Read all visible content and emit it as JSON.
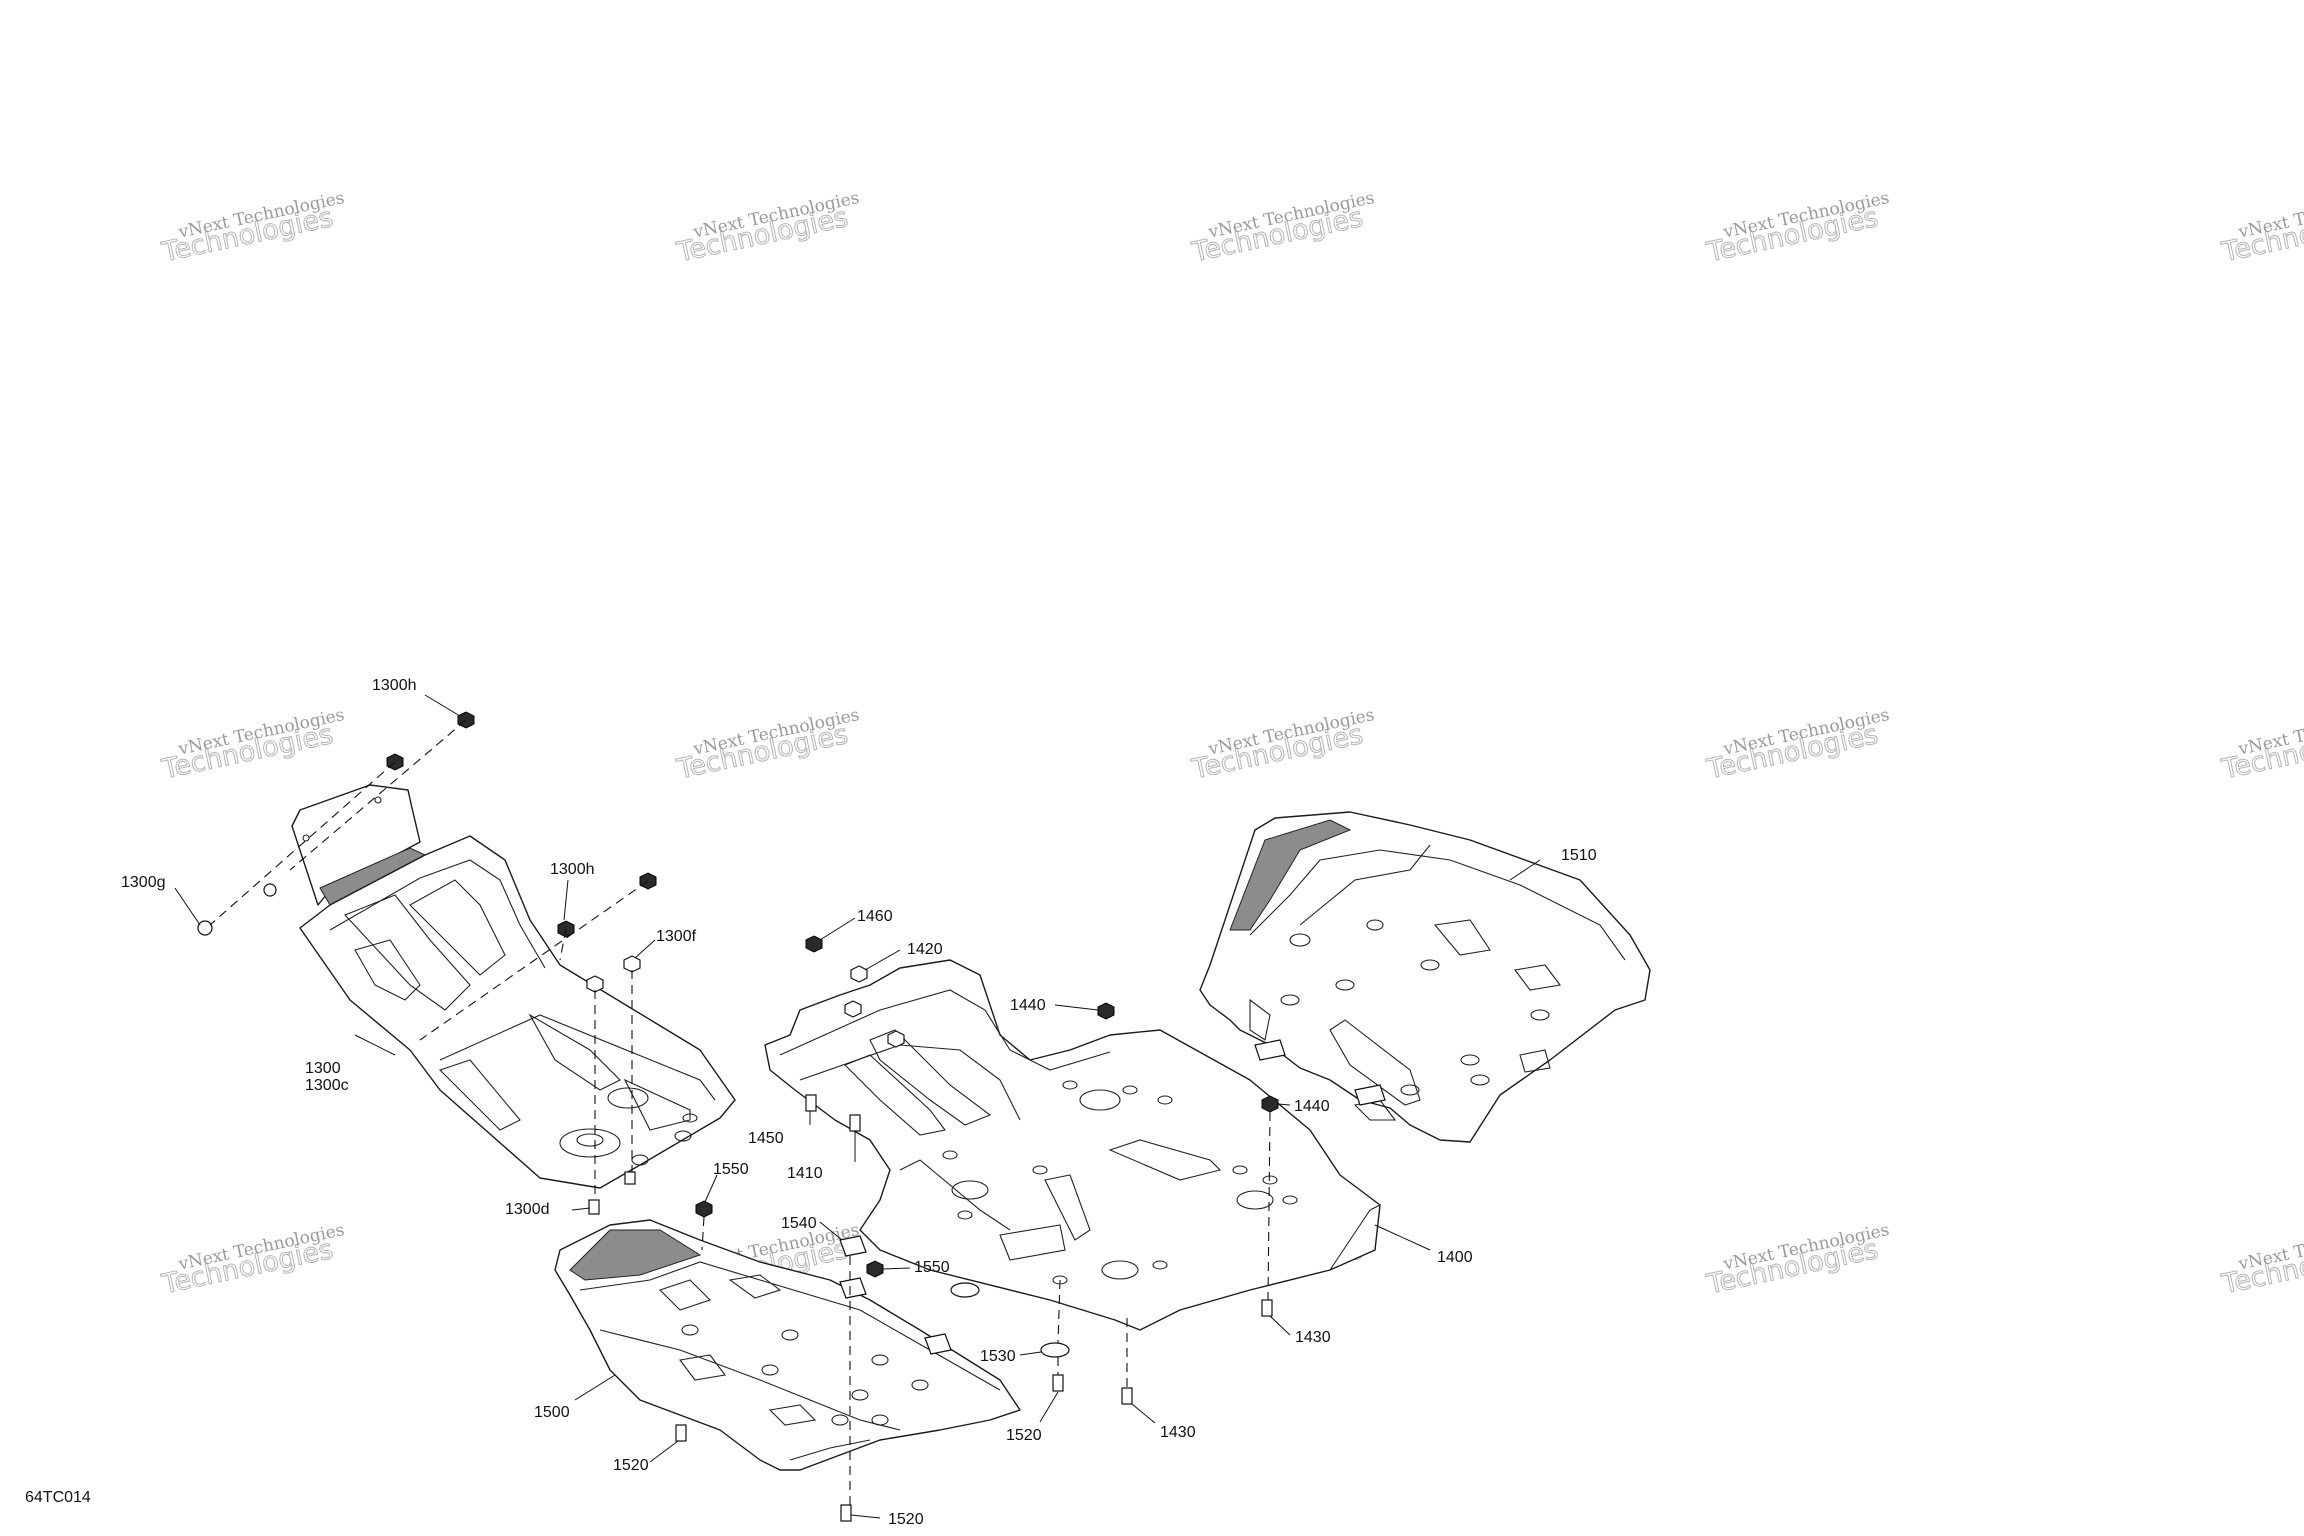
{
  "watermark": {
    "line1": "vNext Technologies",
    "line2": "Technologies"
  },
  "diagram_code": "64TC014",
  "callouts": [
    {
      "id": "c-1300h-top",
      "text": "1300h"
    },
    {
      "id": "c-1300g",
      "text": "1300g"
    },
    {
      "id": "c-1300h-mid",
      "text": "1300h"
    },
    {
      "id": "c-1300f",
      "text": "1300f"
    },
    {
      "id": "c-1300",
      "text": "1300"
    },
    {
      "id": "c-1300c",
      "text": "1300c"
    },
    {
      "id": "c-1300d",
      "text": "1300d"
    },
    {
      "id": "c-1460",
      "text": "1460"
    },
    {
      "id": "c-1420",
      "text": "1420"
    },
    {
      "id": "c-1440-top",
      "text": "1440"
    },
    {
      "id": "c-1440-right",
      "text": "1440"
    },
    {
      "id": "c-1450",
      "text": "1450"
    },
    {
      "id": "c-1410",
      "text": "1410"
    },
    {
      "id": "c-1550-top",
      "text": "1550"
    },
    {
      "id": "c-1540",
      "text": "1540"
    },
    {
      "id": "c-1550-mid",
      "text": "1550"
    },
    {
      "id": "c-1530",
      "text": "1530"
    },
    {
      "id": "c-1520-mid",
      "text": "1520"
    },
    {
      "id": "c-1430-top",
      "text": "1430"
    },
    {
      "id": "c-1430-bottom",
      "text": "1430"
    },
    {
      "id": "c-1400",
      "text": "1400"
    },
    {
      "id": "c-1510",
      "text": "1510"
    },
    {
      "id": "c-1500",
      "text": "1500"
    },
    {
      "id": "c-1520-left",
      "text": "1520"
    },
    {
      "id": "c-1520-bottom",
      "text": "1520"
    }
  ]
}
